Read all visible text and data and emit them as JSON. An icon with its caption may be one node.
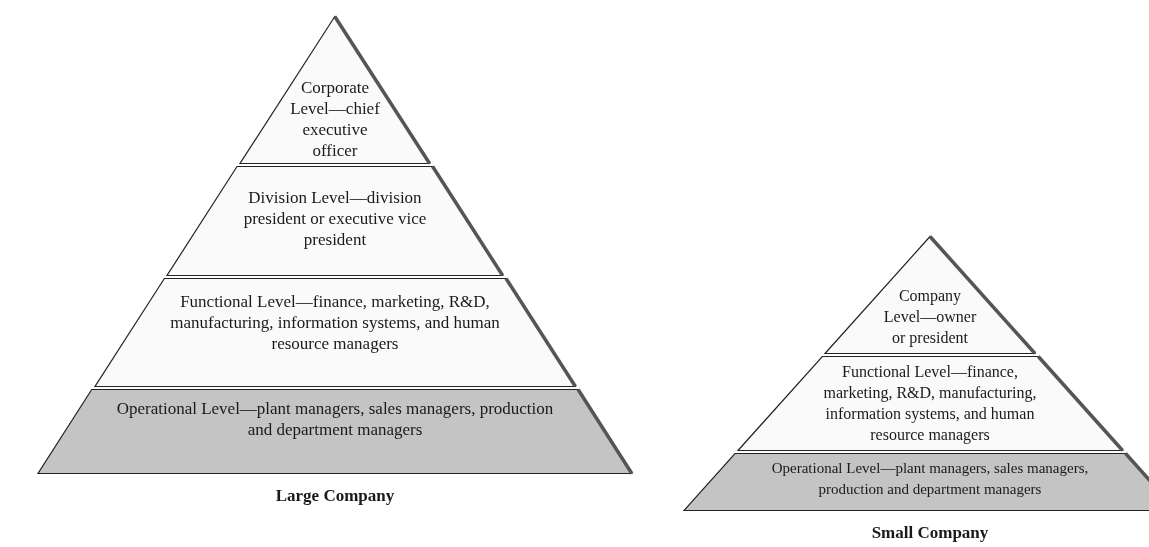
{
  "diagram": {
    "nodes": [
      {
        "text": [
          "Corporate Level—chief executive officer"
        ]
      },
      {
        "text": [
          "Division Level—division president or executive vice president"
        ]
      },
      {
        "text": [
          "Functional Level—finance, marketing, R&D, manufacturing, information systems, and human resource managers"
        ]
      },
      {
        "text": [
          "Operational Level—plant managers, sales managers, production and department managers"
        ],
        "beside": [
          "Large Company"
        ]
      },
      {
        "text": [
          "Company Level—owner or president"
        ]
      },
      {
        "text": [
          "Functional Level—finance, marketing, R&D, manufacturing, information systems, and human resource managers"
        ]
      },
      {
        "text": [
          "Operational Level—plant managers, sales managers, production and department managers"
        ],
        "beside": [
          "Small Company"
        ]
      }
    ]
  }
}
